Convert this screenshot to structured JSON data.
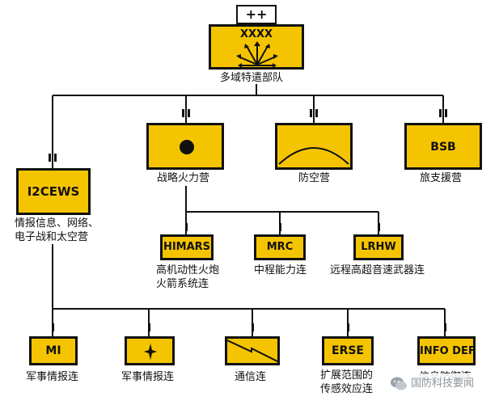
{
  "colors": {
    "unit_fill": "#f5c400",
    "line": "#111111"
  },
  "hq": {
    "echelon": "++",
    "size_mark": "XXXX",
    "icon": "multi-domain-arrows-icon",
    "label": "多域特遣部队"
  },
  "battalions": {
    "i2cews": {
      "code": "I2CEWS",
      "label_line1": "情报信息、网络、",
      "label_line2": "电子战和太空营"
    },
    "strike": {
      "icon": "filled-circle-icon",
      "label": "战略火力营"
    },
    "air_defense": {
      "icon": "arc-dome-icon",
      "label": "防空营"
    },
    "support": {
      "code": "BSB",
      "label": "旅支援营"
    }
  },
  "fires_companies": [
    {
      "code": "HIMARS",
      "label_line1": "高机动性火炮",
      "label_line2": "火箭系统连"
    },
    {
      "code": "MRC",
      "label_line1": "中程能力连",
      "label_line2": ""
    },
    {
      "code": "LRHW",
      "label_line1": "远程高超音速武器连",
      "label_line2": ""
    }
  ],
  "intel_companies": [
    {
      "code": "MI",
      "label_line1": "军事情报连",
      "label_line2": ""
    },
    {
      "code": "",
      "icon": "four-point-star-icon",
      "label_line1": "军事情报连",
      "label_line2": ""
    },
    {
      "code": "",
      "icon": "lightning-slash-icon",
      "label_line1": "通信连",
      "label_line2": ""
    },
    {
      "code": "ERSE",
      "label_line1": "扩展范围的",
      "label_line2": "传感效应连"
    },
    {
      "code": "INFO DEF",
      "label_line1": "信息防御连",
      "label_line2": ""
    }
  ],
  "watermark": {
    "icon": "wechat-logo-icon",
    "text": "国防科技要闻"
  }
}
